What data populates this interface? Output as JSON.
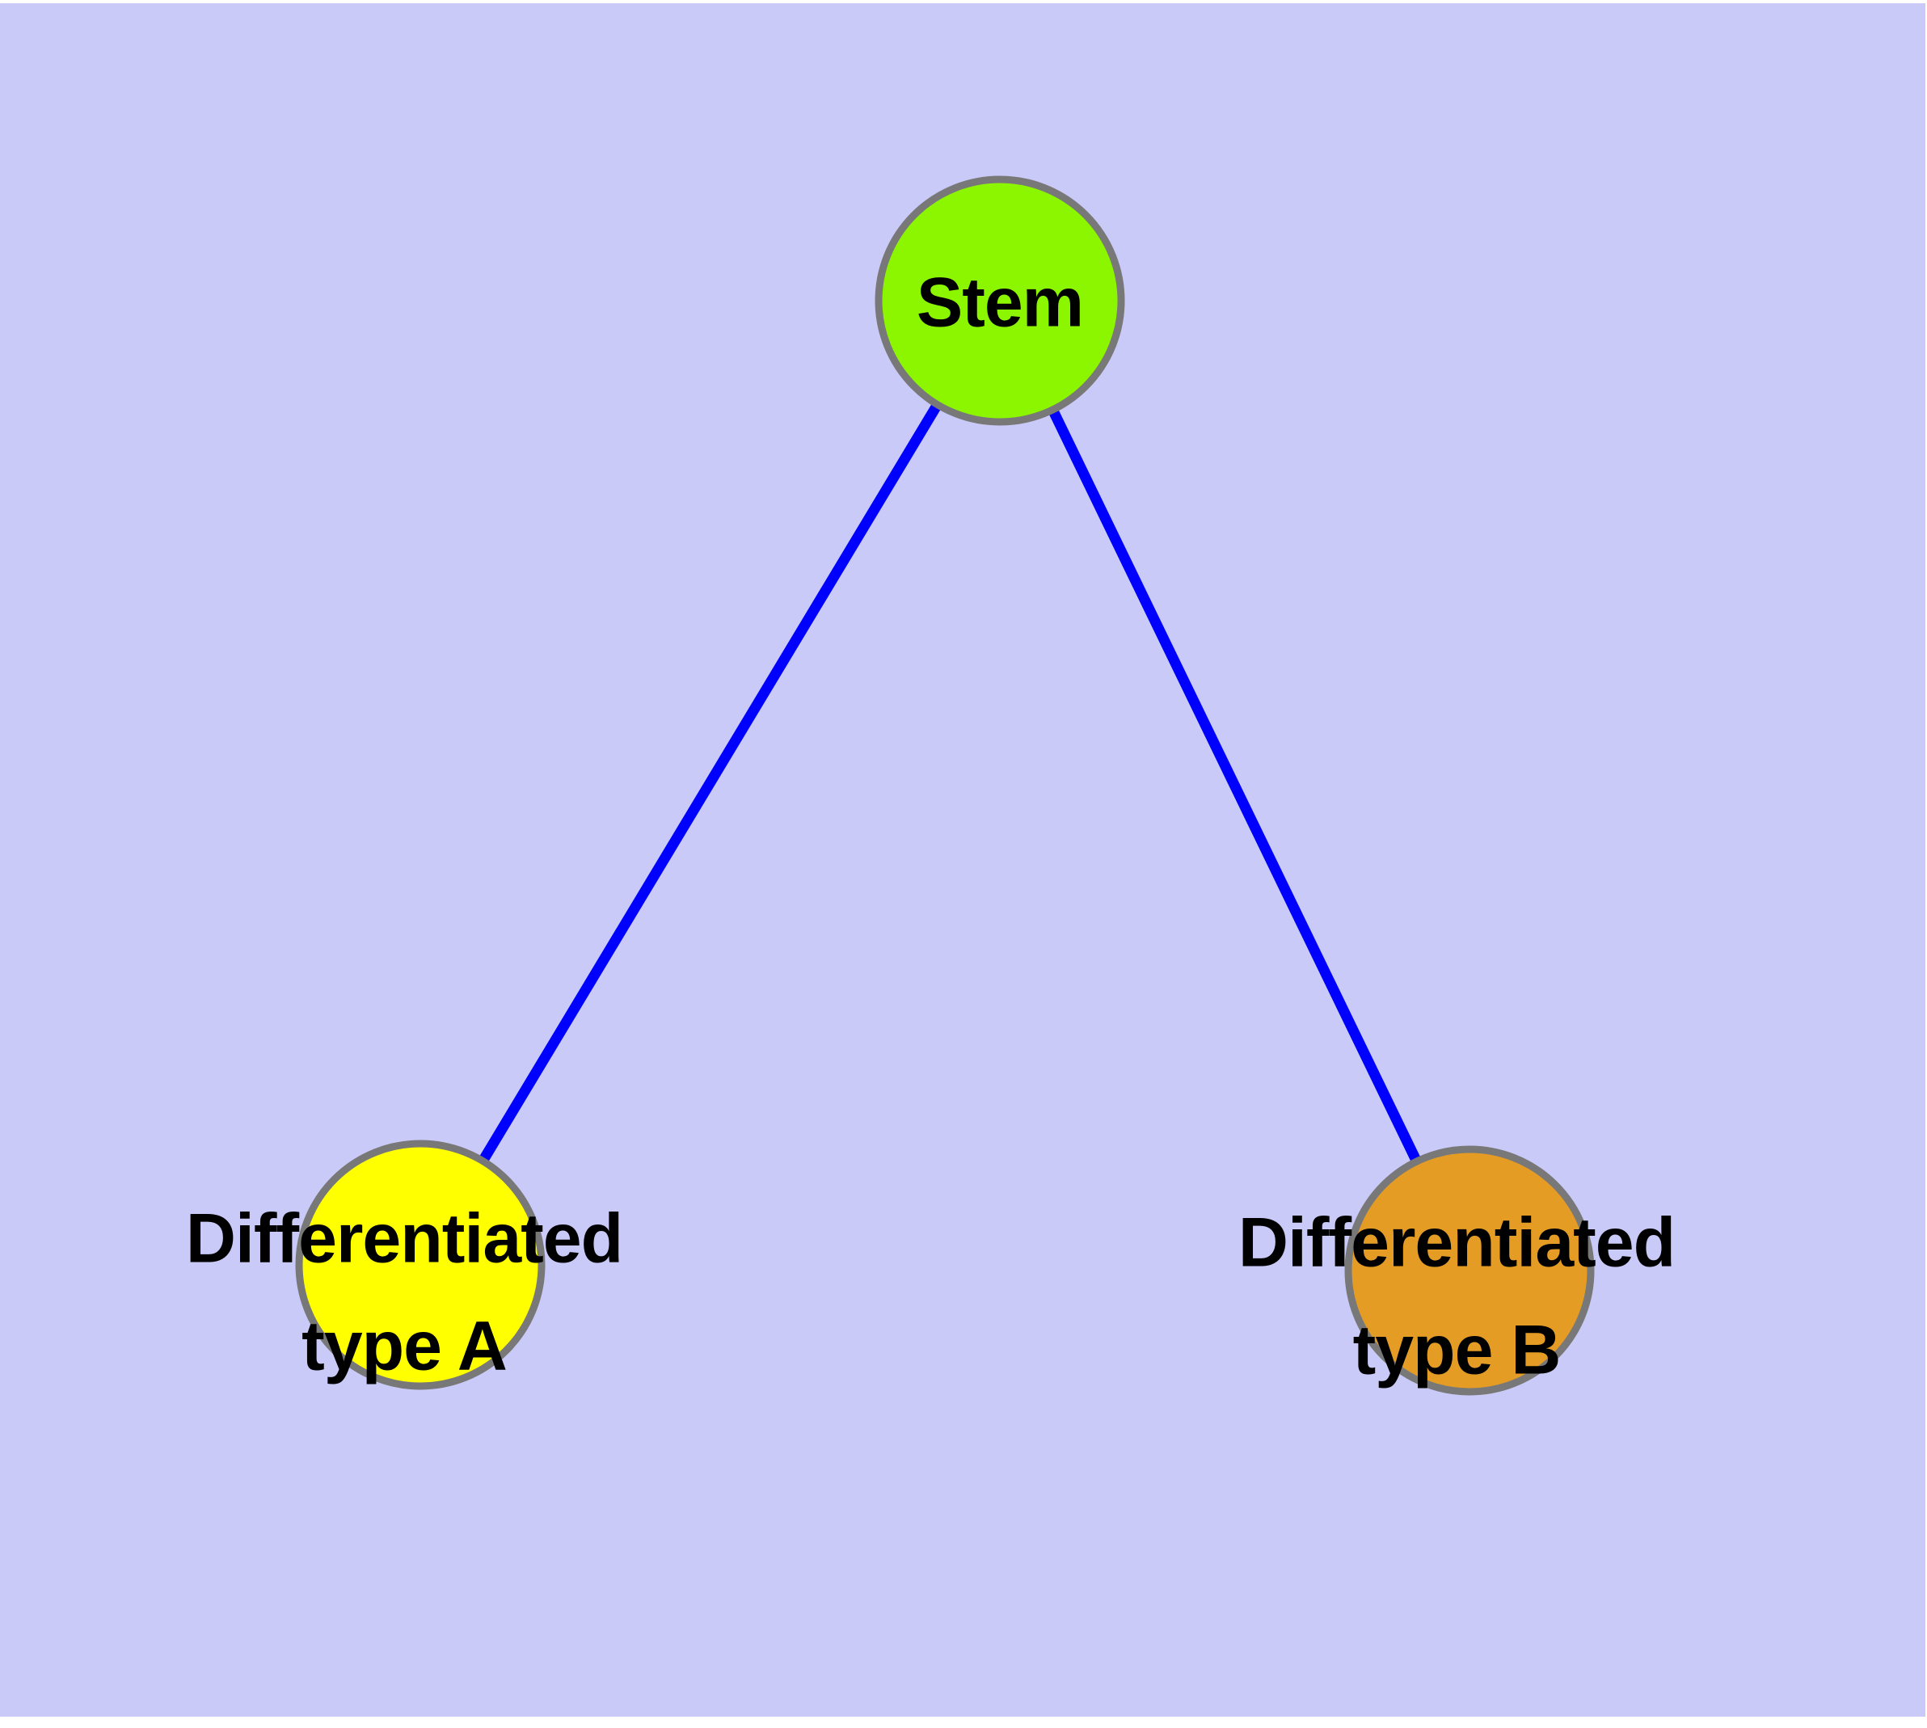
{
  "diagram": {
    "type": "graph",
    "background_color": "#CACAF8",
    "page_color": "#FFFFFF",
    "edge_color": "#0000FF",
    "node_border_color": "#787878",
    "label_color": "#000000",
    "nodes": [
      {
        "id": "stem",
        "label": "Stem",
        "fill": "#8CF500",
        "stroke": "#787878"
      },
      {
        "id": "type-a",
        "label": "Differentiated\ntype A",
        "fill": "#FFFF00",
        "stroke": "#787878"
      },
      {
        "id": "type-b",
        "label": "Differentiated\ntype B",
        "fill": "#E59C24",
        "stroke": "#787878"
      }
    ],
    "edges": [
      {
        "from": "stem",
        "to": "type-a"
      },
      {
        "from": "stem",
        "to": "type-b"
      }
    ]
  }
}
